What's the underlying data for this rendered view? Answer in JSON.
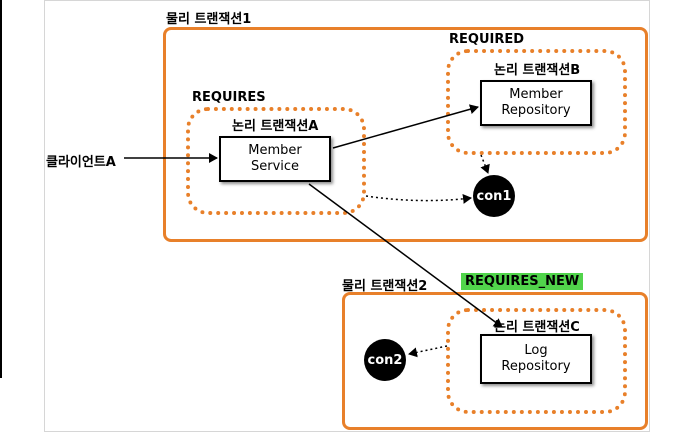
{
  "physical_tx1": {
    "label": "물리 트랜잭션1",
    "propagation": "REQUIRED"
  },
  "physical_tx2": {
    "label": "물리 트랜잭션2",
    "propagation": "REQUIRES_NEW"
  },
  "logical_a": {
    "label": "논리 트랜잭션A",
    "propagation": "REQUIRES"
  },
  "logical_b": {
    "label": "논리 트랜잭션B"
  },
  "logical_c": {
    "label": "논리 트랜잭션C"
  },
  "client": {
    "label": "클라이언트A"
  },
  "member_service": {
    "label": "Member\nService"
  },
  "member_repository": {
    "label": "Member\nRepository"
  },
  "log_repository": {
    "label": "Log\nRepository"
  },
  "con1": {
    "label": "con1"
  },
  "con2": {
    "label": "con2"
  },
  "colors": {
    "orange": "#E8802A",
    "green_badge": "#51D44B"
  }
}
